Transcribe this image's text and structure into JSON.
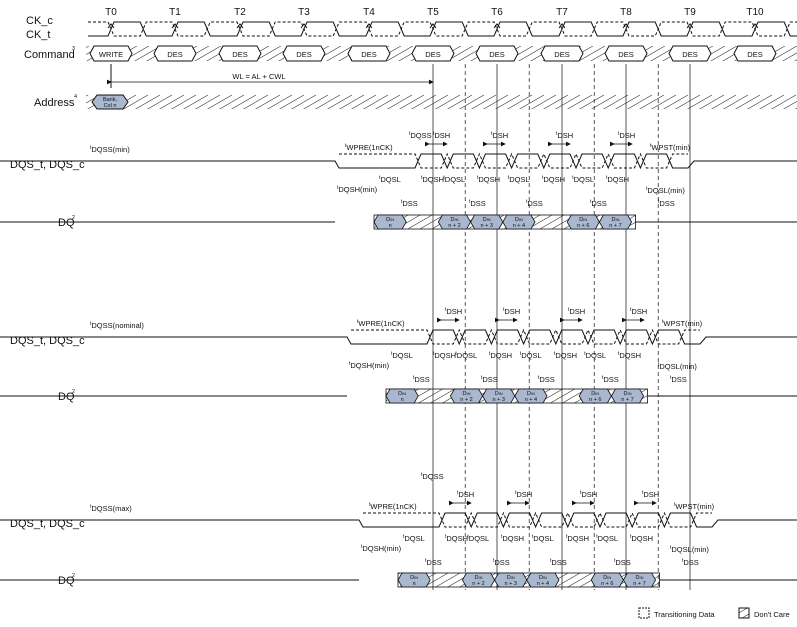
{
  "clock": {
    "signal_c": "CK_c",
    "signal_t": "CK_t",
    "ticks": [
      "T0",
      "T1",
      "T2",
      "T3",
      "T4",
      "T5",
      "T6",
      "T7",
      "T8",
      "T9",
      "T10"
    ]
  },
  "command": {
    "label": "Command",
    "label_sup": "3",
    "values": [
      "WRITE",
      "DES",
      "DES",
      "DES",
      "DES",
      "DES",
      "DES",
      "DES",
      "DES",
      "DES",
      "DES"
    ]
  },
  "wl_label": "WL = AL + CWL",
  "address": {
    "label": "Address",
    "label_sup": "4",
    "value_line1": "Bank,",
    "value_line2": "Col n"
  },
  "dqs_label": "DQS_t, DQS_c",
  "dq_label": "DQ",
  "dq_sup": "2",
  "t_prefix": "t",
  "sections": [
    {
      "name": "min",
      "tdqss": "DQSS(min)",
      "wpre": "WPRE(1nCK)",
      "dqss_top": "DQSS",
      "dsh": [
        "DSH",
        "DSH",
        "DSH",
        "DSH"
      ],
      "wpst": "WPST(min)",
      "dqsh_first": "DQSH(min)",
      "dqsh": [
        "DQSH",
        "DQSH",
        "DQSH",
        "DQSH"
      ],
      "dqsl": [
        "DQSL",
        "DQSL",
        "DQSL",
        "DQSL"
      ],
      "dqsl_last": "DQSL(min)",
      "dss": [
        "DSS",
        "DSS",
        "DSS",
        "DSS",
        "DSS"
      ],
      "din": [
        {
          "d": "D",
          "sub": "IN",
          "n": "n"
        },
        {
          "d": "D",
          "sub": "IN",
          "n": "n + 2"
        },
        {
          "d": "D",
          "sub": "IN",
          "n": "n + 3"
        },
        {
          "d": "D",
          "sub": "IN",
          "n": "n + 4"
        },
        {
          "d": "D",
          "sub": "IN",
          "n": "n + 6"
        },
        {
          "d": "D",
          "sub": "IN",
          "n": "n + 7"
        }
      ]
    },
    {
      "name": "nominal",
      "tdqss": "DQSS(nominal)",
      "wpre": "WPRE(1nCK)",
      "dqss_top": "",
      "dsh": [
        "DSH",
        "DSH",
        "DSH",
        "DSH"
      ],
      "wpst": "WPST(min)",
      "dqsh_first": "DQSH(min)",
      "dqsh": [
        "DQSH",
        "DQSH",
        "DQSH",
        "DQSH"
      ],
      "dqsl": [
        "DQSL",
        "DQSL",
        "DQSL",
        "DQSL"
      ],
      "dqsl_last": "DQSL(min)",
      "dss": [
        "DSS",
        "DSS",
        "DSS",
        "DSS",
        "DSS"
      ],
      "din": [
        {
          "d": "D",
          "sub": "IN",
          "n": "n"
        },
        {
          "d": "D",
          "sub": "IN",
          "n": "n + 2"
        },
        {
          "d": "D",
          "sub": "IN",
          "n": "n + 3"
        },
        {
          "d": "D",
          "sub": "IN",
          "n": "n + 4"
        },
        {
          "d": "D",
          "sub": "IN",
          "n": "n + 6"
        },
        {
          "d": "D",
          "sub": "IN",
          "n": "n + 7"
        }
      ]
    },
    {
      "name": "max",
      "tdqss": "DQSS(max)",
      "wpre": "WPRE(1nCK)",
      "dqss_top": "DQSS",
      "dsh": [
        "DSH",
        "DSH",
        "DSH",
        "DSH"
      ],
      "wpst": "WPST(min)",
      "dqsh_first": "DQSH(min)",
      "dqsh": [
        "DQSH",
        "DQSH",
        "DQSH",
        "DQSH"
      ],
      "dqsl": [
        "DQSL",
        "DQSL",
        "DQSL",
        "DQSL"
      ],
      "dqsl_last": "DQSL(min)",
      "dss": [
        "DSS",
        "DSS",
        "DSS",
        "DSS",
        "DSS"
      ],
      "din": [
        {
          "d": "D",
          "sub": "IN",
          "n": "n"
        },
        {
          "d": "D",
          "sub": "IN",
          "n": "n + 2"
        },
        {
          "d": "D",
          "sub": "IN",
          "n": "n + 3"
        },
        {
          "d": "D",
          "sub": "IN",
          "n": "n + 4"
        },
        {
          "d": "D",
          "sub": "IN",
          "n": "n + 6"
        },
        {
          "d": "D",
          "sub": "IN",
          "n": "n + 7"
        }
      ]
    }
  ],
  "legend": {
    "transitioning": "Transitioning Data",
    "dont_care": "Don't Care"
  },
  "colors": {
    "data_fill": "#a9b7cf",
    "line": "#111111",
    "dont_care_fill": "#ffffff"
  }
}
